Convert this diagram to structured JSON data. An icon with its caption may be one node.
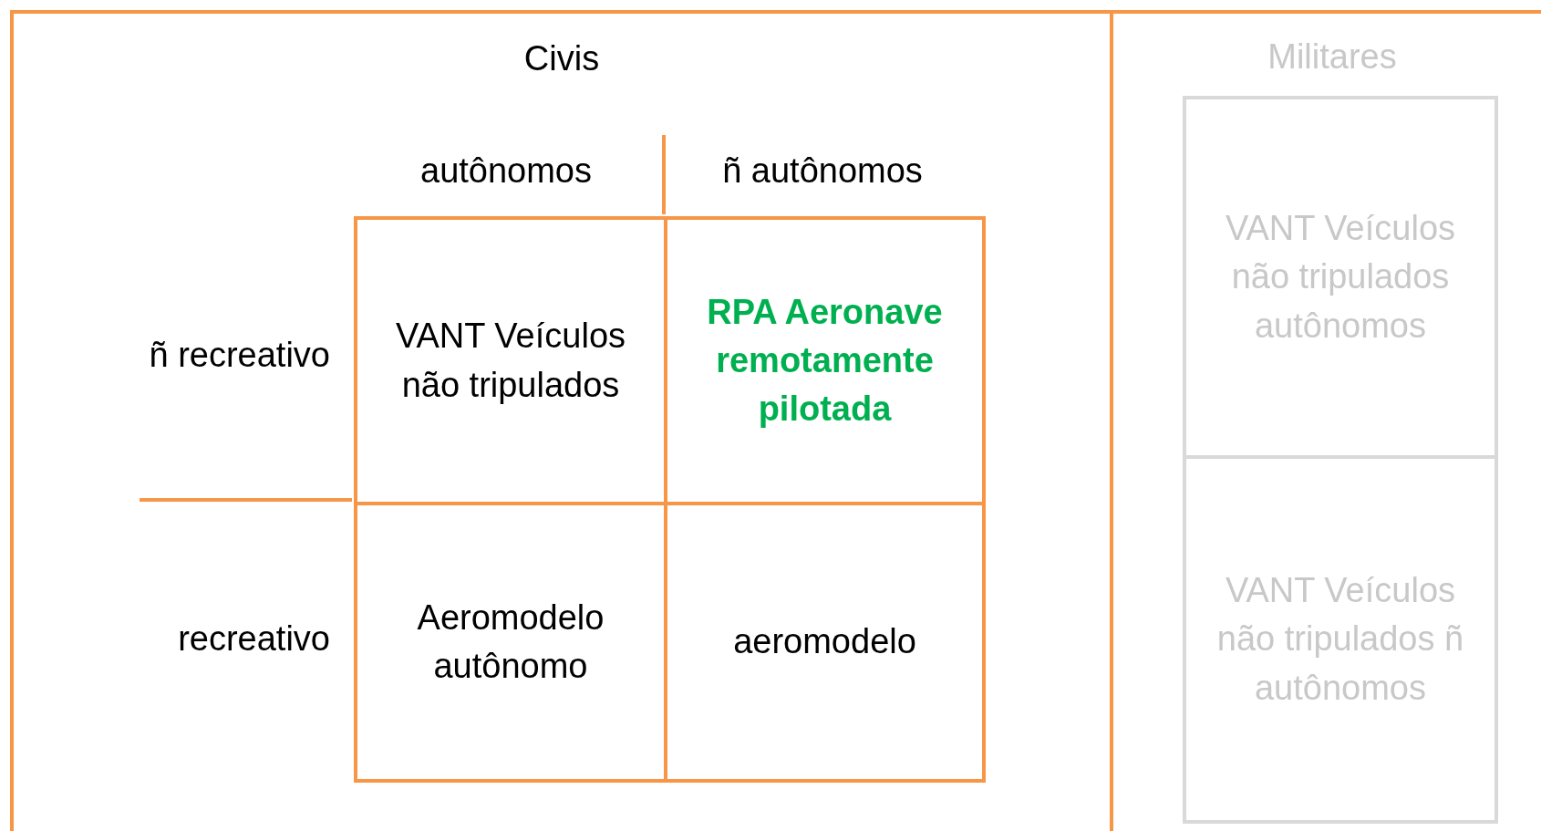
{
  "diagram": {
    "nodes": [
      {
        "text": [
          "Civis"
        ]
      },
      {
        "text": [
          "Militares"
        ]
      },
      {
        "text": [
          "VANT Veículos não tripulados"
        ],
        "in": 0
      },
      {
        "text": [
          "RPA Aeronave remotamente pilotada"
        ],
        "in": 0
      },
      {
        "text": [
          "Aeromodelo autônomo"
        ],
        "in": 0
      },
      {
        "text": [
          "aeromodelo"
        ],
        "in": 0
      },
      {
        "text": [
          "VANT Veículos não tripulados autônomos"
        ],
        "in": 1
      },
      {
        "text": [
          "VANT Veículos não tripulados ñ autônomos"
        ],
        "in": 1
      }
    ],
    "edges": [],
    "labels": [
      "autônomos",
      "ñ autônomos",
      "ñ recreativo",
      "recreativo"
    ]
  }
}
